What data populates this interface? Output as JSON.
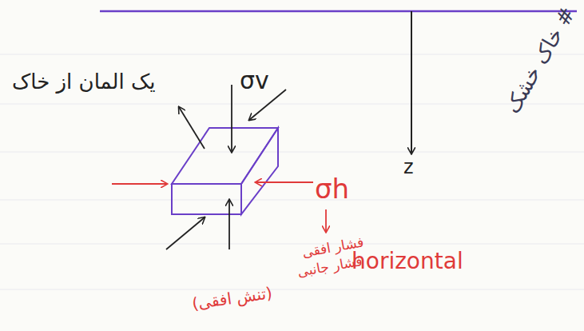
{
  "diagram": {
    "labels": [
      "خاک خشک #",
      "یک المان از خاک",
      "σv",
      "z",
      "σh",
      "فشار افقی",
      "فشار جانبی",
      "(تنش افقی)",
      "horizontal"
    ]
  }
}
